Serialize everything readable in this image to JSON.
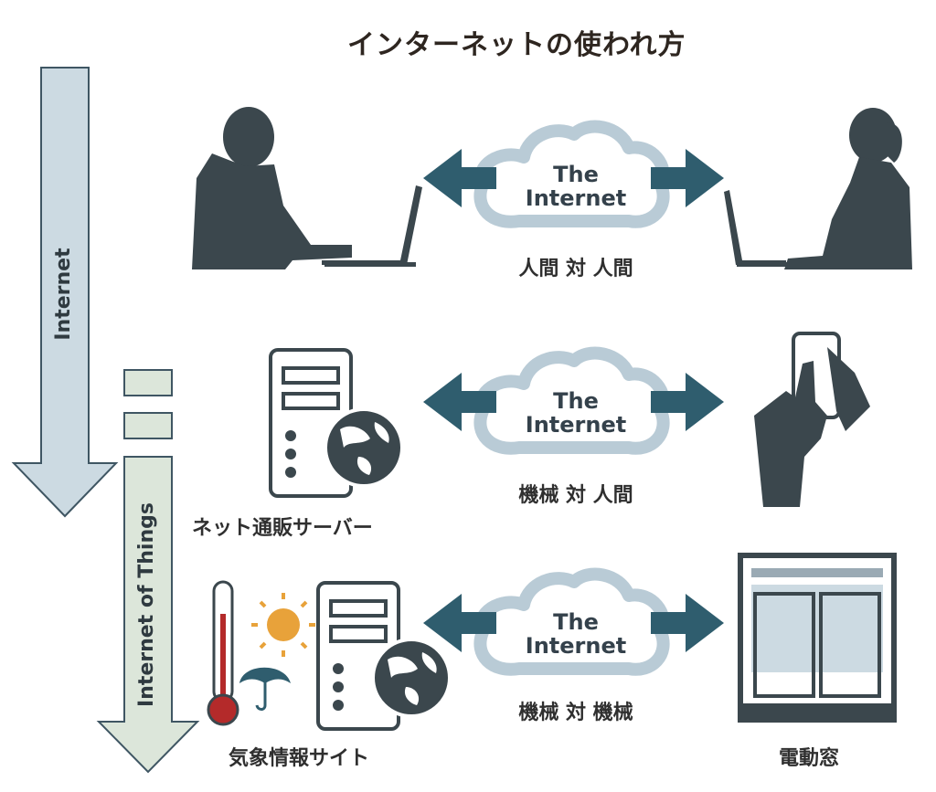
{
  "title": "インターネットの使われ方",
  "arrows": {
    "internet_label": "Internet",
    "iot_label": "Internet of Things"
  },
  "cloud_label": "The Internet",
  "rows": [
    {
      "relation": "人間 対 人間"
    },
    {
      "relation": "機械 対 人間",
      "left_caption": "ネット通販サーバー"
    },
    {
      "relation": "機械 対 機械",
      "left_caption": "気象情報サイト",
      "right_caption": "電動窓"
    }
  ],
  "colors": {
    "arrow_dark": "#2f5d6e",
    "cloud_outline": "#b9cbd6",
    "silhouette": "#3b474d",
    "down_arrow_fill": "#ccdae2",
    "iot_arrow_fill": "#dce6da",
    "thermo_red": "#b42a2a",
    "sun": "#e8a23a"
  }
}
